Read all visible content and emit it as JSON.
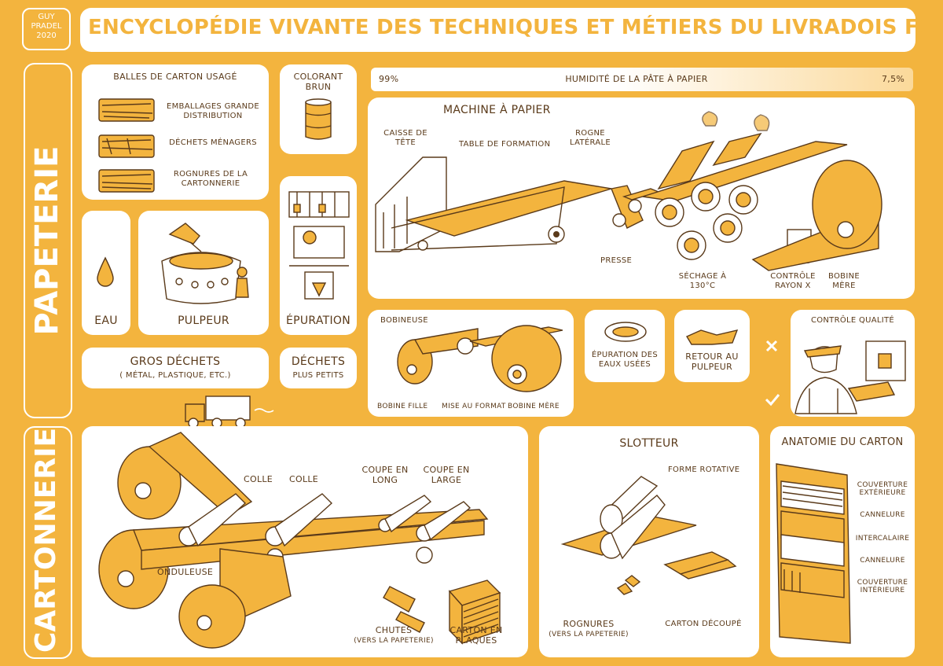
{
  "header": {
    "author_line1": "GUY",
    "author_line2": "PRADEL",
    "author_line3": "2020",
    "title": "ENCYCLOPÉDIE VIVANTE DES TECHNIQUES ET MÉTIERS DU LIVRADOIS FOREZ"
  },
  "sections": {
    "papeterie": "PAPETERIE",
    "cartonnerie": "CARTONNERIE"
  },
  "inputs": {
    "balles_title": "BALLES DE CARTON USAGÉ",
    "emballages": "EMBALLAGES GRANDE DISTRIBUTION",
    "menagers": "DÉCHETS MÉNAGERS",
    "rognures": "ROGNURES DE LA CARTONNERIE",
    "colorant": "COLORANT BRUN",
    "eau": "EAU",
    "pulpeur": "PULPEUR",
    "epuration": "ÉPURATION",
    "gros_dechets": "GROS DÉCHETS",
    "gros_dechets_detail": "( MÉTAL, PLASTIQUE, ETC.)",
    "dechets": "DÉCHETS",
    "plus_petits": "PLUS PETITS"
  },
  "humidity": {
    "label": "HUMIDITÉ DE LA PÂTE À PAPIER",
    "start": "99%",
    "end": "7,5%"
  },
  "machine": {
    "title": "MACHINE À PAPIER",
    "caisse": "CAISSE DE TÊTE",
    "table": "TABLE DE FORMATION",
    "rogne": "ROGNE LATÉRALE",
    "presse": "PRESSE",
    "sechage": "SÉCHAGE À 130°C",
    "controle": "CONTRÔLE RAYON X",
    "bobine_mere": "BOBINE MÈRE"
  },
  "bobineuse": {
    "title": "BOBINEUSE",
    "fille": "BOBINE FILLE",
    "format": "MISE AU FORMAT",
    "mere": "BOBINE MÈRE"
  },
  "eaux": "ÉPURATION DES EAUX USÉES",
  "retour": "RETOUR AU PULPEUR",
  "qualite": "CONTRÔLE QUALITÉ",
  "cartonnerie": {
    "colle1": "COLLE",
    "colle2": "COLLE",
    "coupe_long": "COUPE EN LONG",
    "coupe_large": "COUPE EN LARGE",
    "onduleuse": "ONDULEUSE",
    "chutes": "CHUTES",
    "chutes_detail": "(VERS LA PAPETERIE)",
    "carton_plaques": "CARTON EN PLAQUES"
  },
  "slotteur": {
    "title": "SLOTTEUR",
    "forme": "FORME ROTATIVE",
    "rognures": "ROGNURES",
    "rognures_detail": "(VERS LA PAPETERIE)",
    "carton_decoupe": "CARTON DÉCOUPÉ"
  },
  "anatomie": {
    "title": "ANATOMIE DU CARTON",
    "couche1": "COUVERTURE EXTÉRIEURE",
    "couche2": "CANNELURE",
    "couche3": "INTERCALAIRE",
    "couche4": "CANNELURE",
    "couche5": "COUVERTURE INTÉRIEURE"
  },
  "colors": {
    "background": "#f3b43e",
    "panel": "#ffffff",
    "ink": "#5a3a1a"
  }
}
